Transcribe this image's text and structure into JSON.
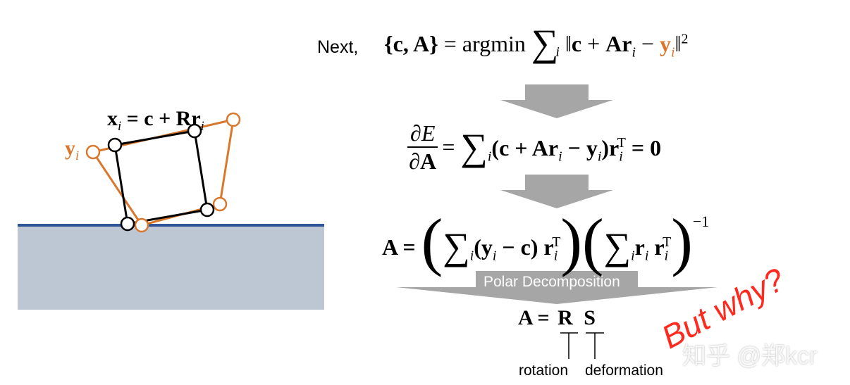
{
  "labels": {
    "next": "Next,",
    "polar_decomposition": "Polar Decomposition",
    "rotation": "rotation",
    "deformation": "deformation",
    "but_why": "But why?",
    "watermark": "知乎 @郑kcr"
  },
  "equations": {
    "objective": {
      "lhs": "{c, A}",
      "equals": "=",
      "operator": "argmin",
      "sum_index": "i",
      "norm_body_c": "c",
      "plus": "+",
      "A": "A",
      "r": "r",
      "minus": "−",
      "y": "y",
      "power": "2"
    },
    "derivative": {
      "numerator": "∂E",
      "denominator": "∂A",
      "equals": "=",
      "sum_index": "i",
      "body": "(c + Ar",
      "body_sub": "i",
      "body_minus": " − y",
      "body_close": ")r",
      "transpose": "T",
      "zero": "= 0"
    },
    "solution": {
      "lhs": "A =",
      "sum_index": "i",
      "y_minus_c": "(y",
      "y_minus_c_close": " − c)  r",
      "transpose": "T",
      "r": "r",
      "r2": "  r",
      "inverse": "−1"
    },
    "polar": {
      "lhs": "A =",
      "R": "R",
      "S": "S"
    },
    "diagram": {
      "x_label": "x",
      "x_sub": "i",
      "x_rhs": " = c + Rr",
      "x_rhs_sub": "i",
      "y_label": "y",
      "y_sub": "i"
    }
  },
  "colors": {
    "orange": "#d9782d",
    "ground_fill": "#bdc7d3",
    "ground_line": "#2e5597",
    "arrow_gray": "#a6a6a6",
    "black": "#000000",
    "red": "#ff2a1f"
  }
}
